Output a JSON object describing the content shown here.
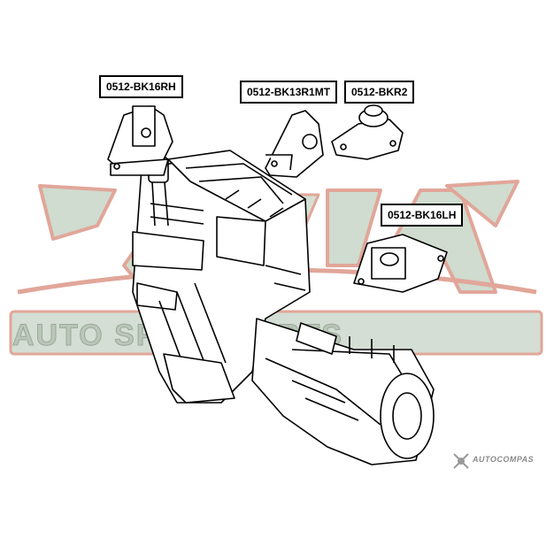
{
  "labels": {
    "rh": "0512-BK16RH",
    "r1mt": "0512-BK13R1MT",
    "kr2": "0512-BKR2",
    "lh": "0512-BK16LH"
  },
  "watermark": {
    "logo_letters": "ASVA",
    "text": "AUTO SPARE PARTS",
    "colors": {
      "green": "#9fb59f",
      "red": "#e3a89c"
    }
  },
  "brand": {
    "name": "AUTOCOMPAS",
    "icon": "autocompas-logo-icon"
  }
}
